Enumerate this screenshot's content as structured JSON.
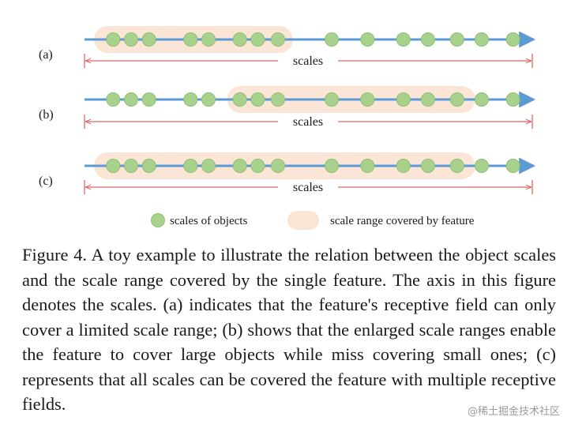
{
  "figure": {
    "rows": [
      {
        "label": "(a)",
        "dots": [
          0.064,
          0.104,
          0.144,
          0.237,
          0.277,
          0.347,
          0.387,
          0.432,
          0.552,
          0.632,
          0.712,
          0.767,
          0.832,
          0.887,
          0.957
        ],
        "range": [
          0.0,
          0.485
        ],
        "scales_label": "scales"
      },
      {
        "label": "(b)",
        "dots": [
          0.064,
          0.104,
          0.144,
          0.237,
          0.277,
          0.347,
          0.387,
          0.432,
          0.552,
          0.632,
          0.712,
          0.767,
          0.832,
          0.887,
          0.957
        ],
        "range": [
          0.325,
          0.93
        ],
        "scales_label": "scales"
      },
      {
        "label": "(c)",
        "dots": [
          0.064,
          0.104,
          0.144,
          0.237,
          0.277,
          0.347,
          0.387,
          0.432,
          0.552,
          0.632,
          0.712,
          0.767,
          0.832,
          0.887,
          0.957
        ],
        "range": [
          0.0,
          0.93
        ],
        "scales_label": "scales"
      }
    ],
    "legend": {
      "dot_label": "scales of objects",
      "range_label": "scale range covered by feature"
    },
    "colors": {
      "axis": "#5b9bd5",
      "dot": "#a9d18e",
      "dot_stroke": "#8fbf70",
      "range_fill": "#fbe5d6",
      "bracket": "#e06666"
    }
  },
  "caption": "Figure 4. A toy example to illustrate the relation between the object scales and the scale range covered by the single feature. The axis in this figure denotes the scales. (a) indicates that the feature's receptive field can only cover a limited scale range; (b) shows that the enlarged scale ranges enable the feature to cover large objects while miss covering small ones; (c) represents that all scales can be covered the feature with multiple receptive fields.",
  "watermark": "@稀土掘金技术社区"
}
